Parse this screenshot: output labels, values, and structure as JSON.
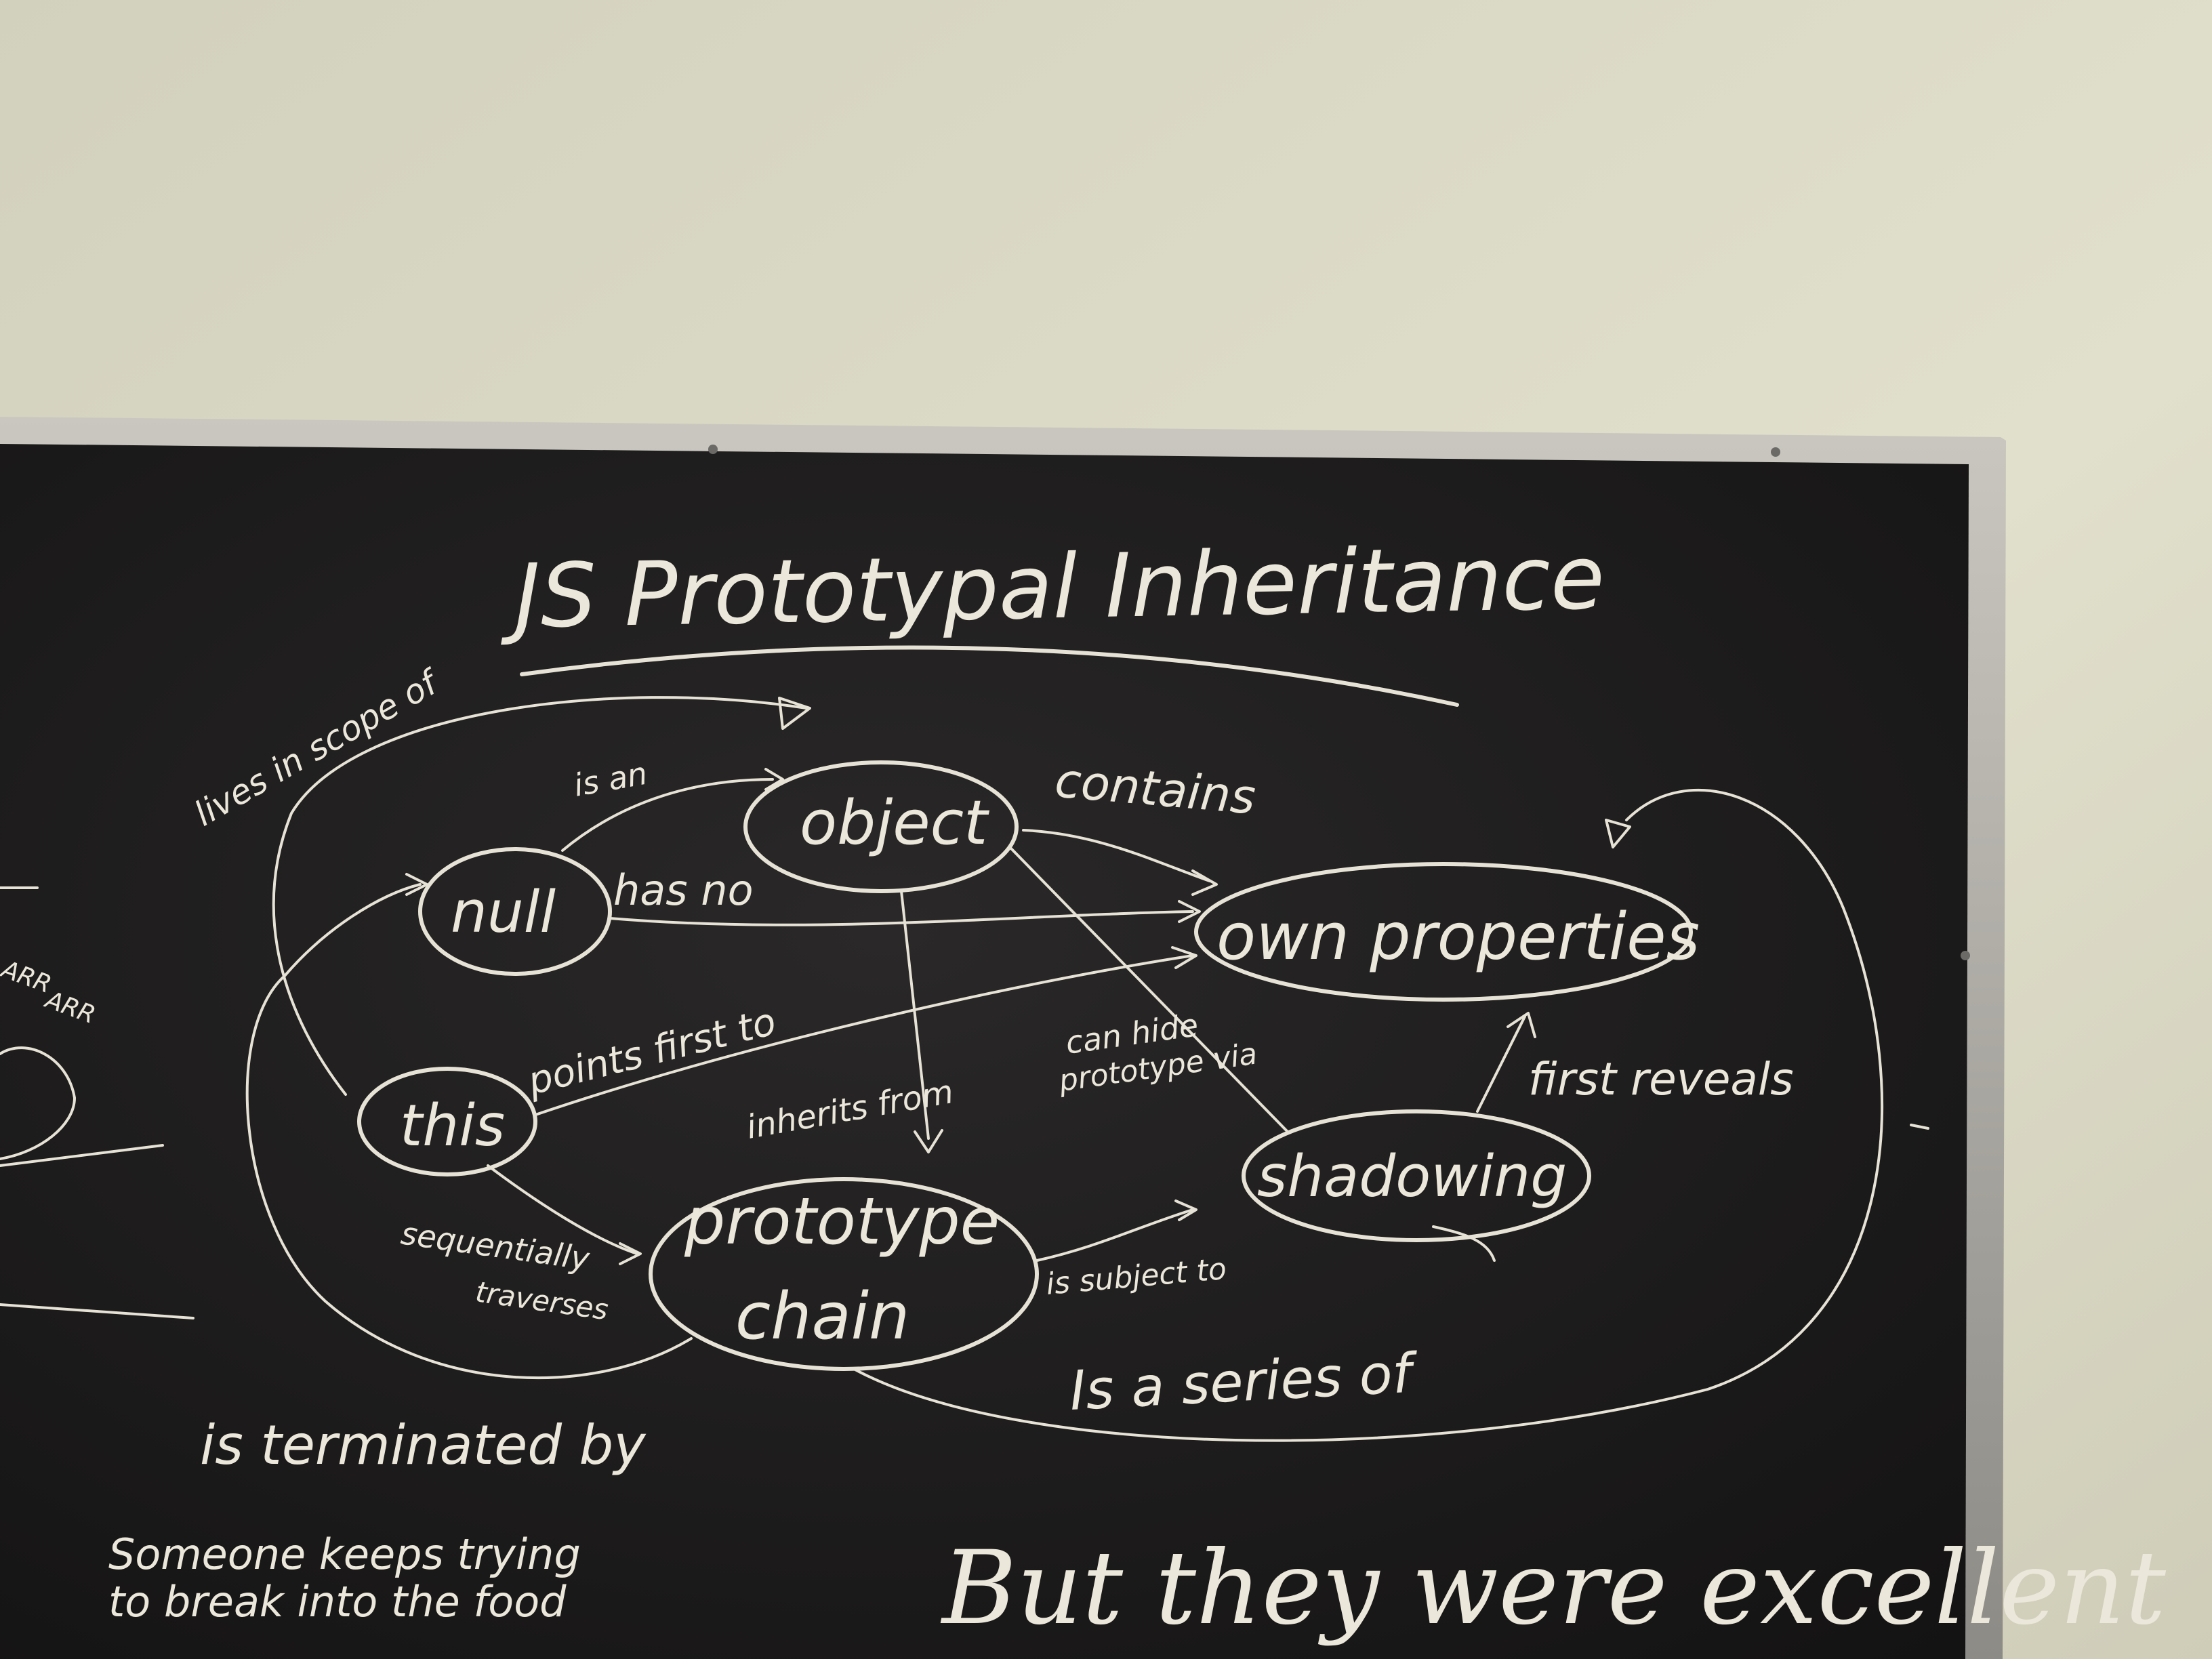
{
  "title": "JS Prototypal Inheritance",
  "nodes": {
    "object": "object",
    "null": "null",
    "own_properties": "own properties",
    "this": "this",
    "shadowing": "shadowing",
    "prototype_chain_line1": "prototype",
    "prototype_chain_line2": "chain"
  },
  "edges": {
    "lives_in_scope_of": "lives in scope of",
    "is_an": "is an",
    "contains": "contains",
    "has_no": "has no",
    "points_first_to": "points first to",
    "can_hide_line1": "can hide",
    "can_hide_line2": "prototype via",
    "inherits_from": "inherits from",
    "first_reveals": "first reveals",
    "sequentially_line1": "sequentially",
    "sequentially_line2": "traverses",
    "is_subject_to": "is subject to",
    "is_a_series_of": "Is a series of",
    "is_terminated_by": "is terminated by"
  },
  "margin_notes": {
    "note_line1": "Someone keeps trying",
    "note_line2": "to break into the food",
    "arrr_line1": "ARR",
    "arrr_line2": "ARR",
    "bottom_right": "But they were excellent"
  }
}
